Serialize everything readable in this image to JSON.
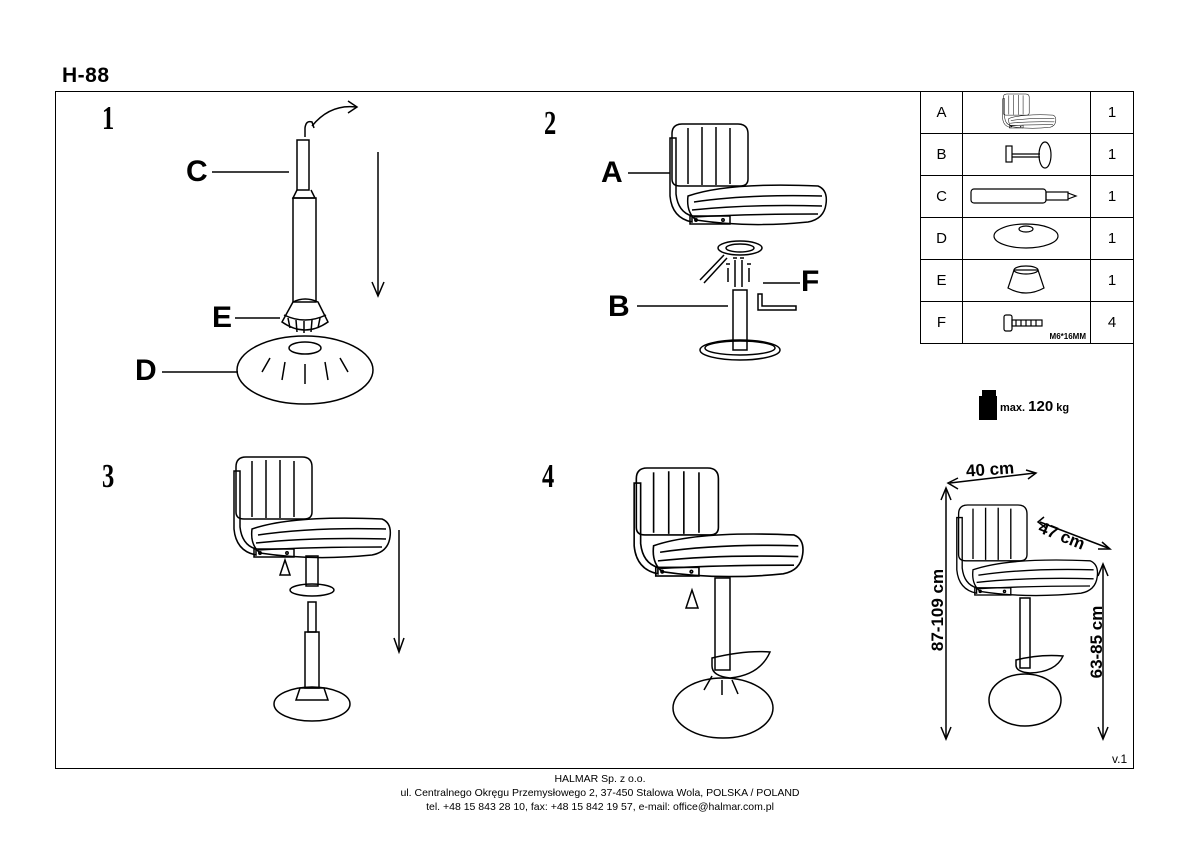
{
  "document": {
    "model": "H-88",
    "version": "v.1"
  },
  "steps": [
    "1",
    "2",
    "3",
    "4"
  ],
  "callouts": {
    "step1": [
      "C",
      "E",
      "D"
    ],
    "step2": [
      "A",
      "F",
      "B"
    ]
  },
  "parts": [
    {
      "letter": "A",
      "icon": "seat-icon",
      "qty": "1"
    },
    {
      "letter": "B",
      "icon": "base-frame-icon",
      "qty": "1"
    },
    {
      "letter": "C",
      "icon": "gas-lift-icon",
      "qty": "1"
    },
    {
      "letter": "D",
      "icon": "base-plate-icon",
      "qty": "1"
    },
    {
      "letter": "E",
      "icon": "cover-ring-icon",
      "qty": "1"
    },
    {
      "letter": "F",
      "icon": "screw-icon",
      "qty": "4",
      "note": "M6*16MM"
    }
  ],
  "max_load": {
    "label": "max.",
    "value": "120",
    "unit": "kg"
  },
  "dimensions": {
    "width": "40 cm",
    "depth": "47 cm",
    "total_height": "87-109 cm",
    "seat_height": "63-85 cm"
  },
  "footer": {
    "company": "HALMAR Sp. z o.o.",
    "address": "ul. Centralnego Okręgu Przemysłowego 2, 37-450 Stalowa Wola, POLSKA / POLAND",
    "contact": "tel. +48 15 843 28 10, fax: +48 15 842 19 57, e-mail: office@halmar.com.pl"
  }
}
